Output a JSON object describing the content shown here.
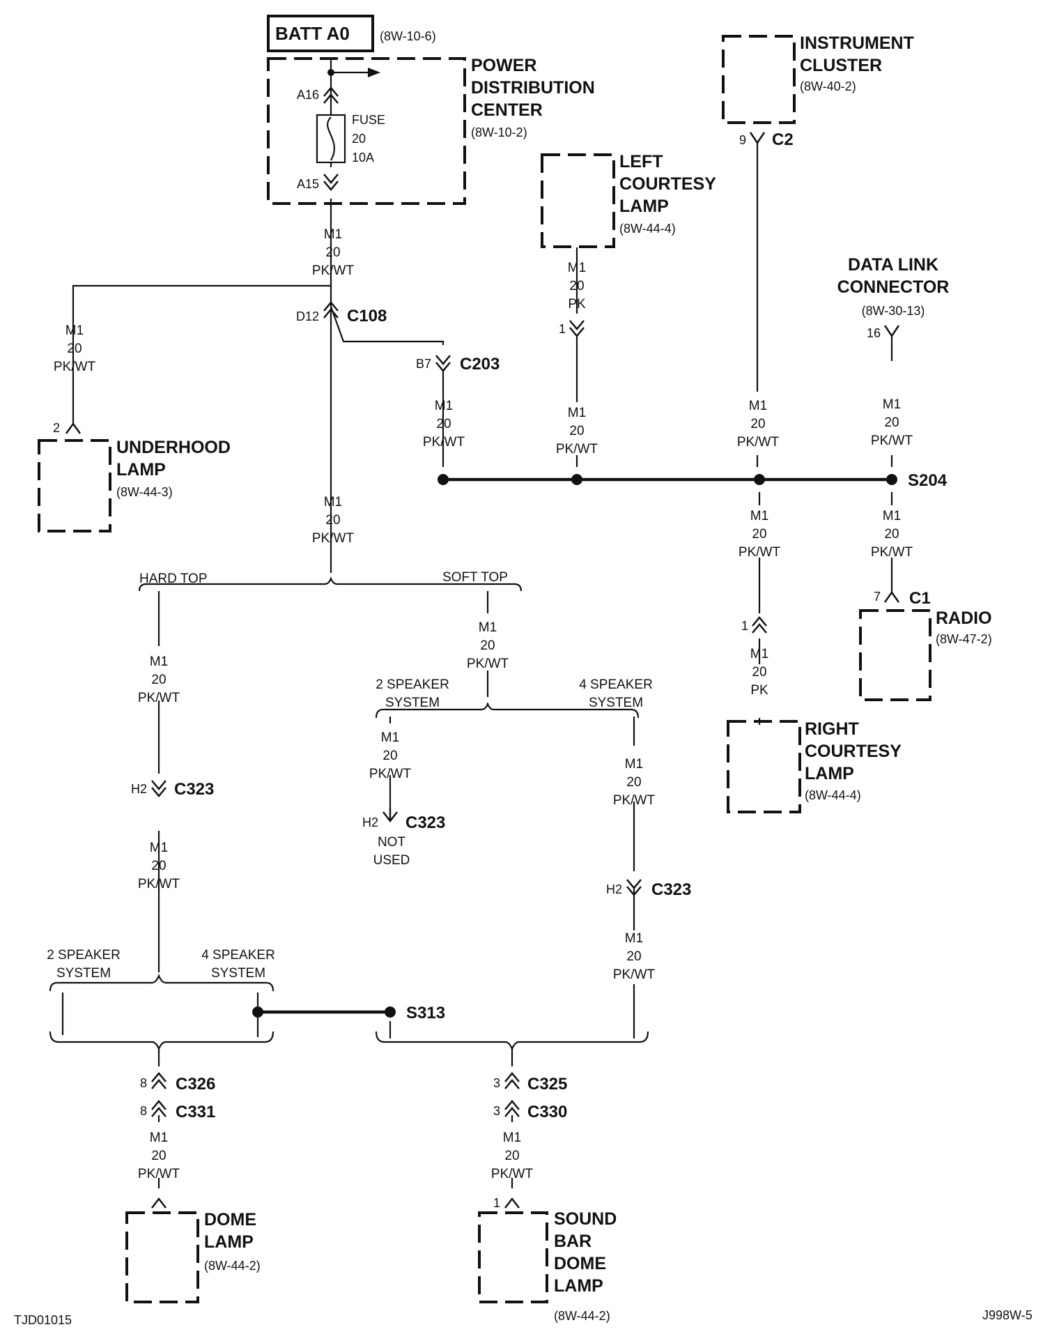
{
  "battery": {
    "label": "BATT A0",
    "ref": "(8W-10-6)"
  },
  "components": {
    "pdc": {
      "lines": [
        "POWER",
        "DISTRIBUTION",
        "CENTER"
      ],
      "ref": "(8W-10-2)"
    },
    "fuse": {
      "lines": [
        "FUSE",
        "20",
        "10A"
      ]
    },
    "instrument_cluster": {
      "lines": [
        "INSTRUMENT",
        "CLUSTER"
      ],
      "ref": "(8W-40-2)"
    },
    "left_courtesy_lamp": {
      "lines": [
        "LEFT",
        "COURTESY",
        "LAMP"
      ],
      "ref": "(8W-44-4)"
    },
    "data_link_connector": {
      "lines": [
        "DATA LINK",
        "CONNECTOR"
      ],
      "ref": "(8W-30-13)"
    },
    "underhood_lamp": {
      "lines": [
        "UNDERHOOD",
        "LAMP"
      ],
      "ref": "(8W-44-3)"
    },
    "radio": {
      "lines": [
        "RADIO"
      ],
      "ref": "(8W-47-2)"
    },
    "right_courtesy_lamp": {
      "lines": [
        "RIGHT",
        "COURTESY",
        "LAMP"
      ],
      "ref": "(8W-44-4)"
    },
    "dome_lamp": {
      "lines": [
        "DOME",
        "LAMP"
      ],
      "ref": "(8W-44-2)"
    },
    "sound_bar_dome_lamp": {
      "lines": [
        "SOUND",
        "BAR",
        "DOME",
        "LAMP"
      ],
      "ref": "(8W-44-2)"
    }
  },
  "connectors": {
    "c108": "C108",
    "c203": "C203",
    "c2": "C2",
    "c1": "C1",
    "s204": "S204",
    "c323": "C323",
    "s313": "S313",
    "c326": "C326",
    "c331": "C331",
    "c325": "C325",
    "c330": "C330"
  },
  "pins": {
    "a16": "A16",
    "a15": "A15",
    "d12": "D12",
    "b7": "B7",
    "c2_9": "9",
    "lcl_1": "1",
    "dlc_16": "16",
    "uh_2": "2",
    "radio_7": "7",
    "rcl_1": "1",
    "h2_hard": "H2",
    "h2_soft2": "H2",
    "h2_soft4": "H2",
    "c326_8": "8",
    "c331_8": "8",
    "c325_3": "3",
    "c330_3": "3",
    "dome_pin": "",
    "sb_1": "1"
  },
  "wire_labels": {
    "w_pdc": [
      "M1",
      "20",
      "PK/WT"
    ],
    "w_uh": [
      "M1",
      "20",
      "PK/WT"
    ],
    "w_c203": [
      "M1",
      "20",
      "PK/WT"
    ],
    "w_lcl_top": [
      "M1",
      "20",
      "PK"
    ],
    "w_lcl_bot": [
      "M1",
      "20",
      "PK/WT"
    ],
    "w_ic": [
      "M1",
      "20",
      "PK/WT"
    ],
    "w_dlc": [
      "M1",
      "20",
      "PK/WT"
    ],
    "w_rcl_top": [
      "M1",
      "20",
      "PK/WT"
    ],
    "w_rcl_bot": [
      "M1",
      "20",
      "PK"
    ],
    "w_radio": [
      "M1",
      "20",
      "PK/WT"
    ],
    "w_main": [
      "M1",
      "20",
      "PK/WT"
    ],
    "w_hard1": [
      "M1",
      "20",
      "PK/WT"
    ],
    "w_hard2": [
      "M1",
      "20",
      "PK/WT"
    ],
    "w_soft": [
      "M1",
      "20",
      "PK/WT"
    ],
    "w_soft2": [
      "M1",
      "20",
      "PK/WT"
    ],
    "w_soft4a": [
      "M1",
      "20",
      "PK/WT"
    ],
    "w_soft4b": [
      "M1",
      "20",
      "PK/WT"
    ],
    "w_dome": [
      "M1",
      "20",
      "PK/WT"
    ],
    "w_sb": [
      "M1",
      "20",
      "PK/WT"
    ]
  },
  "branches": {
    "hard_top": "HARD TOP",
    "soft_top": "SOFT TOP",
    "two_speaker_top": [
      "2 SPEAKER",
      "SYSTEM"
    ],
    "four_speaker_top": [
      "4 SPEAKER",
      "SYSTEM"
    ],
    "two_speaker_bottom": [
      "2 SPEAKER",
      "SYSTEM"
    ],
    "four_speaker_bottom": [
      "4 SPEAKER",
      "SYSTEM"
    ]
  },
  "not_used": [
    "NOT",
    "USED"
  ],
  "corner_labels": {
    "left": "TJD01015",
    "right": "J998W-5"
  }
}
